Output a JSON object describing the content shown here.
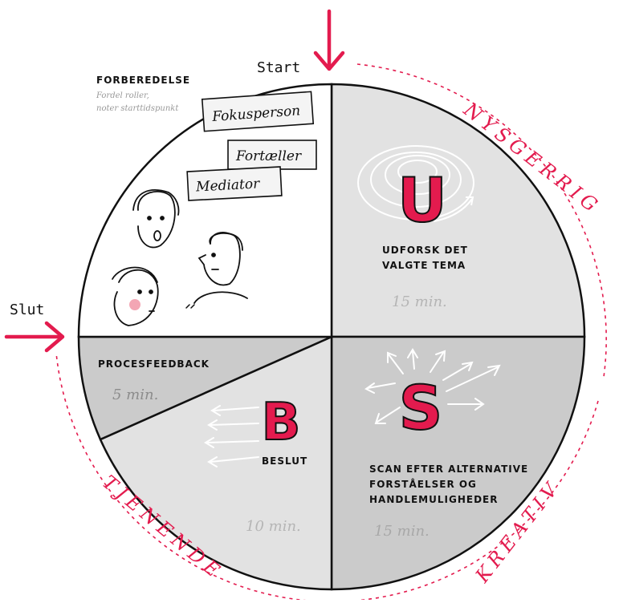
{
  "labels": {
    "start": "Start",
    "slut": "Slut",
    "preparation_title": "FORBEREDELSE",
    "preparation_note_1": "Fordel roller,",
    "preparation_note_2": "noter starttidspunkt",
    "roles": [
      "Fokusperson",
      "Fortæller",
      "Mediator"
    ]
  },
  "phases": [
    {
      "letter": "U",
      "title_lines": [
        "UDFORSK DET",
        "VALGTE TEMA"
      ],
      "time": "15 min."
    },
    {
      "letter": "S",
      "title_lines": [
        "SCAN EFTER ALTERNATIVE",
        "FORSTÅELSER OG",
        "HANDLEMULIGHEDER"
      ],
      "time": "15 min."
    },
    {
      "letter": "B",
      "title_lines": [
        "BESLUT"
      ],
      "time": "10 min."
    },
    {
      "letter": "",
      "title_lines": [
        "PROCESFEEDBACK"
      ],
      "time": "5 min."
    }
  ],
  "qualities": {
    "nysgerrig": "NYSGERRIG",
    "kreativ": "KREATIV",
    "tjenende": "TJENENDE"
  },
  "colors": {
    "accent": "#e31b4e",
    "light_gray": "#e2e2e2",
    "mid_gray": "#cbcbcb",
    "outline": "#111111"
  }
}
